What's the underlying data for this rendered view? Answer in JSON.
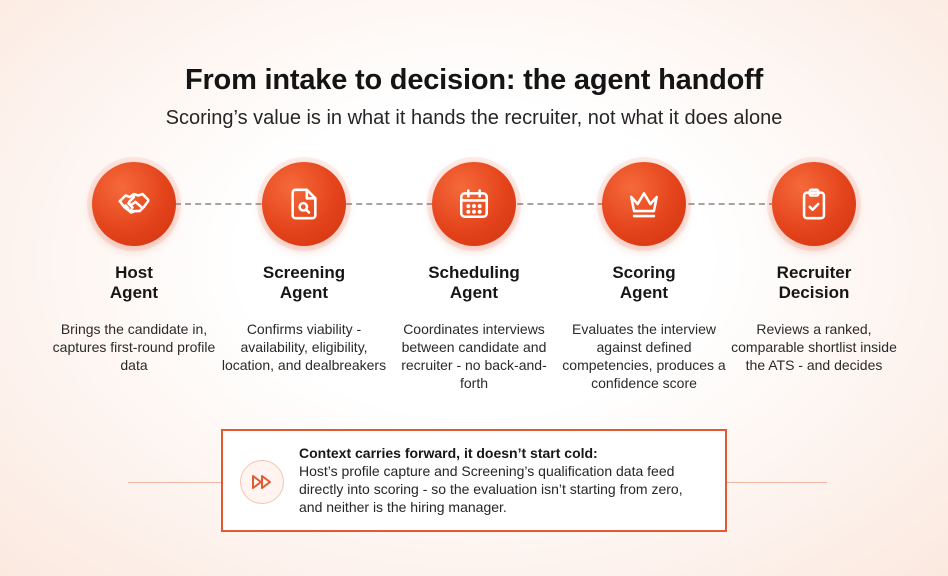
{
  "title": "From intake to decision: the agent handoff",
  "subtitle": "Scoring’s value is in what it hands the recruiter, not what it does alone",
  "accent_color": "#e4431b",
  "steps": [
    {
      "icon": "handshake-icon",
      "title": "Host\nAgent",
      "description": "Brings the candidate in, captures first-round profile data"
    },
    {
      "icon": "document-search-icon",
      "title": "Screening\nAgent",
      "description": "Confirms viability - availability, eligibility, location, and dealbreakers"
    },
    {
      "icon": "calendar-icon",
      "title": "Scheduling\nAgent",
      "description": "Coordinates interviews between candidate and recruiter - no back-and-forth"
    },
    {
      "icon": "crown-icon",
      "title": "Scoring\nAgent",
      "description": "Evaluates the interview against defined competencies, produces a confidence score"
    },
    {
      "icon": "clipboard-check-icon",
      "title": "Recruiter\nDecision",
      "description": "Reviews a ranked, comparable shortlist inside the ATS - and decides"
    }
  ],
  "callout": {
    "icon": "fast-forward-icon",
    "heading": "Context carries forward, it doesn’t start cold:",
    "body": "Host’s profile capture and Screening’s qualification data feed directly into scoring - so the evaluation isn’t starting from zero, and neither is the hiring manager."
  }
}
